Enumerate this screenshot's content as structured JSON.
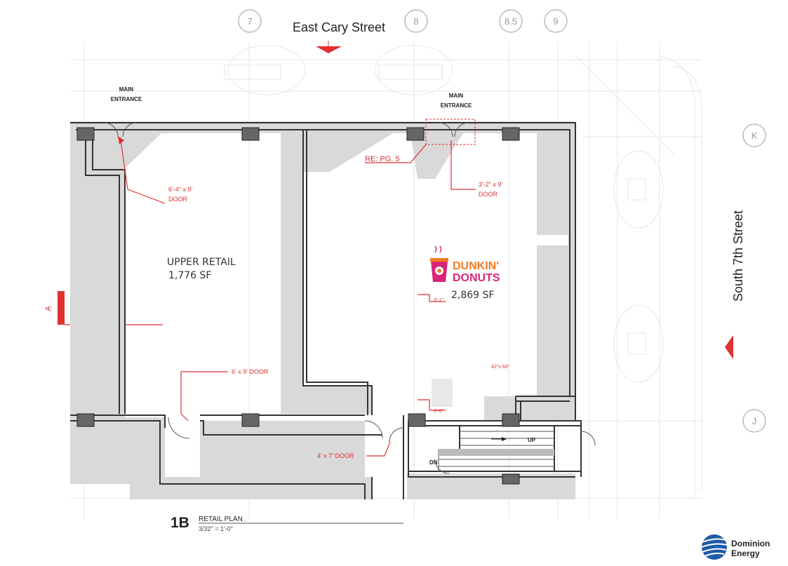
{
  "streets": {
    "north": "East Cary Street",
    "east": "South 7th Street"
  },
  "grid_bubbles": {
    "columns": [
      "7",
      "8",
      "8.5",
      "9"
    ],
    "rows": [
      "K",
      "J"
    ]
  },
  "entrances": {
    "left_label": [
      "MAIN",
      "ENTRANCE"
    ],
    "right_label": [
      "MAIN",
      "ENTRANCE"
    ],
    "ref_note": "RE: PG. 5"
  },
  "doors": {
    "left_door": [
      "6'-4\" x 9'",
      "DOOR"
    ],
    "right_door": [
      "3'-2\" x 9'",
      "DOOR"
    ],
    "middle_door": "6' x 9' DOOR",
    "bottom_door": "4' x 7' DOOR"
  },
  "rooms": {
    "upper_retail_name": "UPPER RETAIL",
    "upper_retail_area": "1,776 SF",
    "dunkin_area": "2,869 SF"
  },
  "logo": {
    "dunkin_line1": "DUNKIN'",
    "dunkin_line2": "DONUTS",
    "dominion_line1": "Dominion",
    "dominion_line2": "Energy"
  },
  "stair": {
    "up_label": "UP",
    "dn_label": "DN"
  },
  "section_marker": "A",
  "plan_title": {
    "number": "1B",
    "name": "RETAIL PLAN",
    "scale": "3/32\" = 1'-0\""
  },
  "colors": {
    "wall": "#d9d9d9",
    "annotation_red": "#e03030",
    "dunkin_orange": "#f47a20",
    "dunkin_pink": "#d9247a",
    "dominion_blue": "#1e5ba8"
  }
}
